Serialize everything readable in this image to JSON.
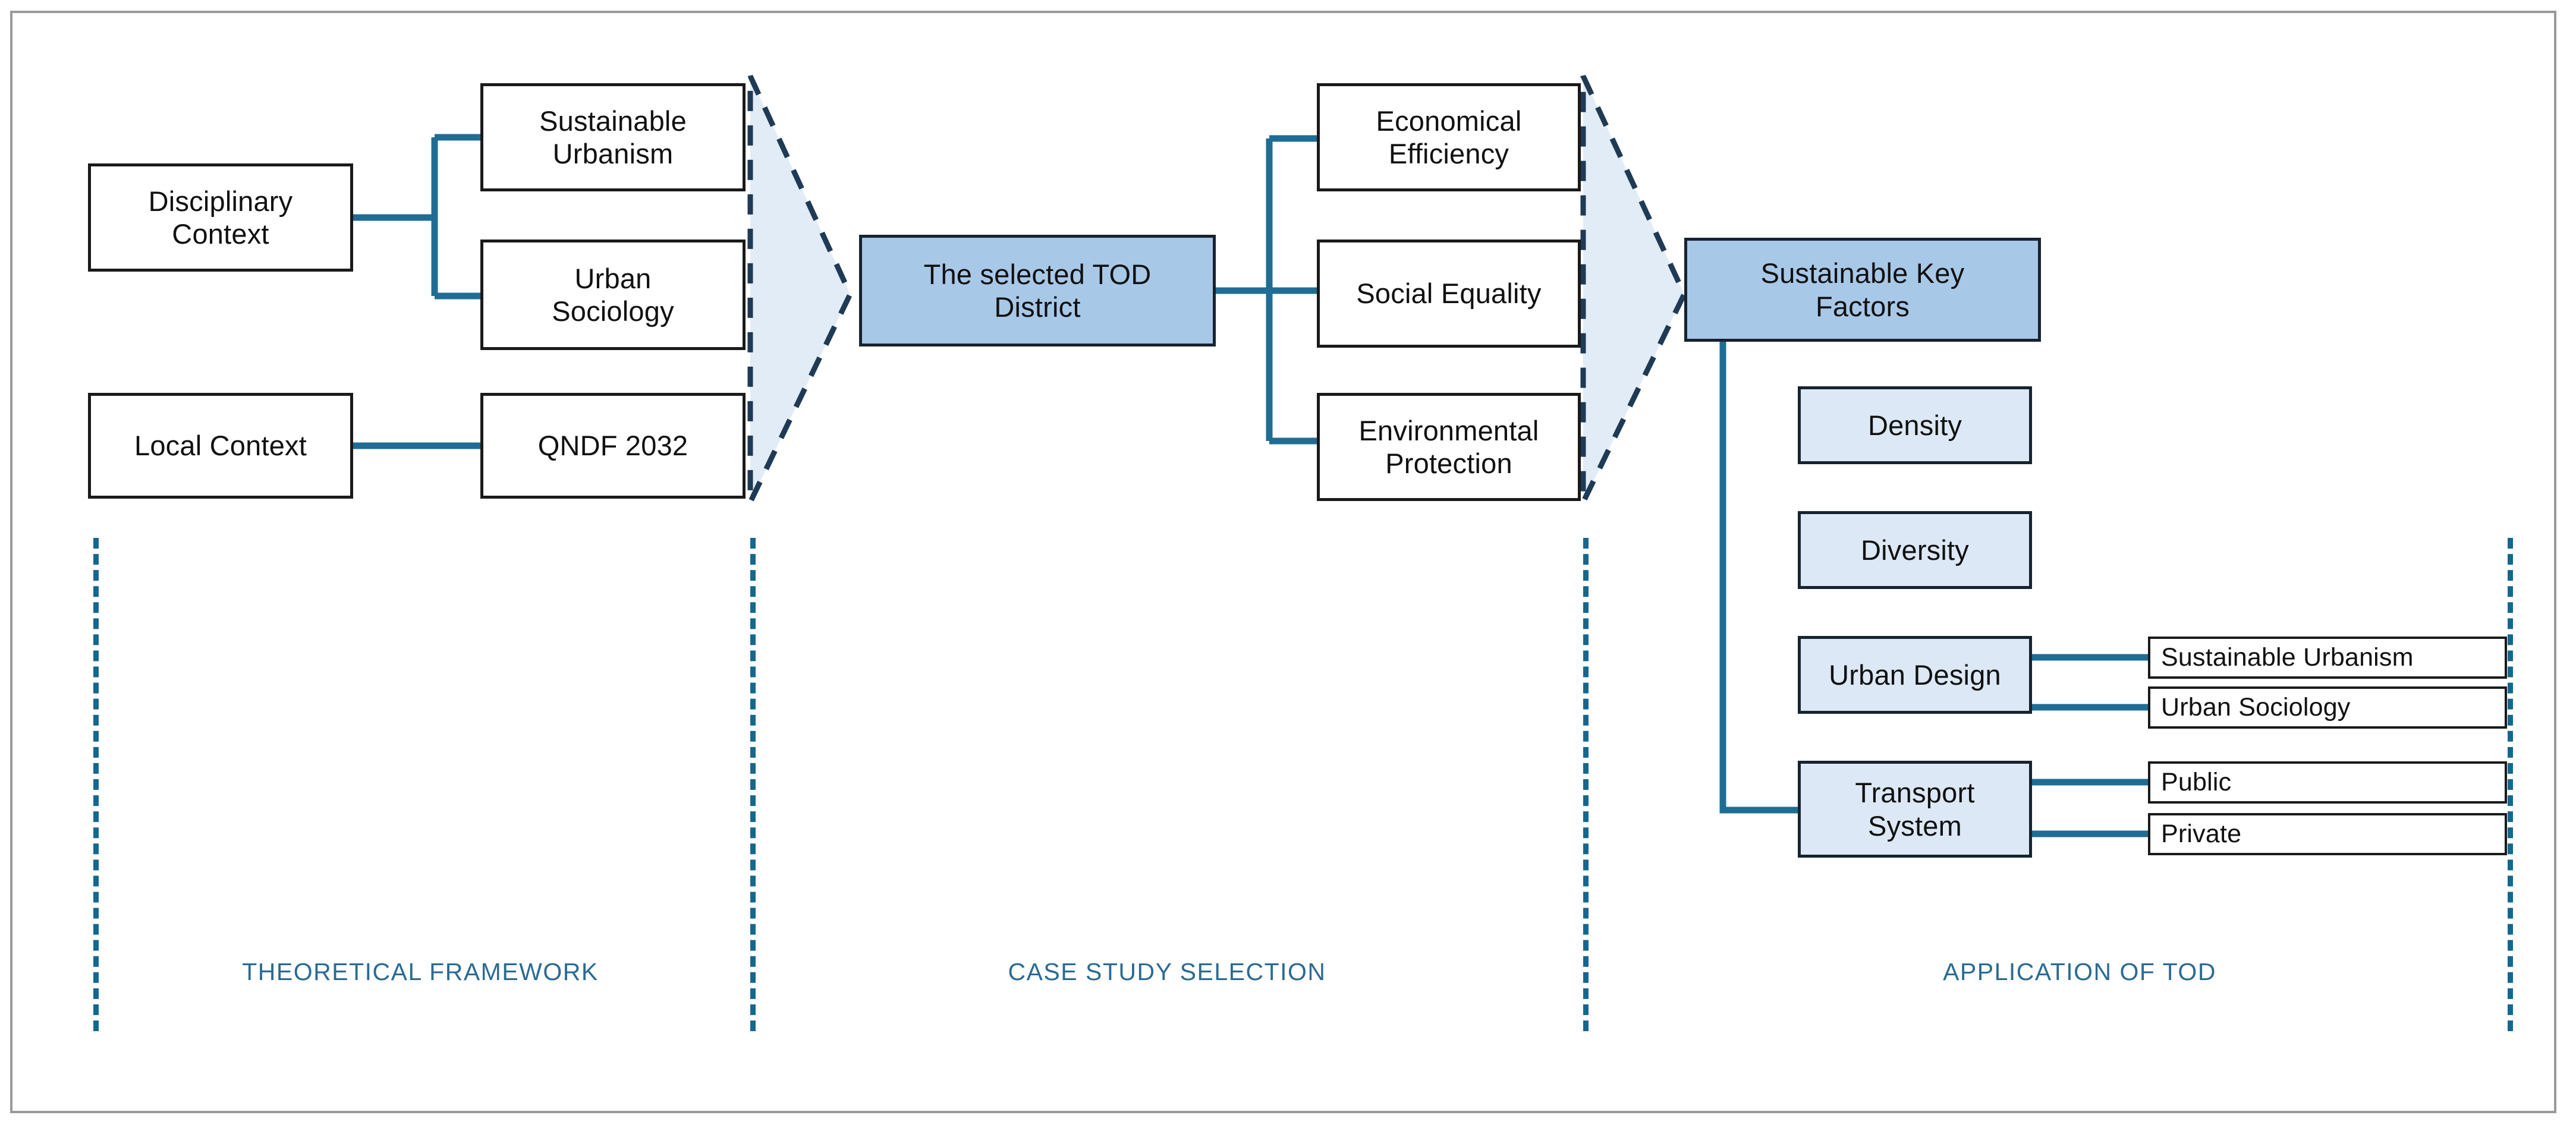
{
  "figure": {
    "title": "TOD research framework flow diagram",
    "colors": {
      "accent_blue": "#14678f",
      "connector_blue": "#1f6d94",
      "box_fill_dark": "#a8c8e8",
      "box_fill_light": "#dce8f5",
      "chevron_fill": "#e1ecf7",
      "chevron_stroke": "#1f3a54",
      "box_stroke": "#1a1a1a",
      "frame_stroke": "#9a9a9a",
      "label_text": "#2b6b92"
    }
  },
  "theoretical_framework": {
    "phase_label": "THEORETICAL FRAMEWORK",
    "contexts": [
      {
        "id": "disciplinary-context",
        "label": "Disciplinary\nContext"
      },
      {
        "id": "local-context",
        "label": "Local Context"
      }
    ],
    "disciplines": [
      {
        "id": "sustainable-urbanism",
        "label": "Sustainable\nUrbanism"
      },
      {
        "id": "urban-sociology",
        "label": "Urban\nSociology"
      }
    ],
    "local_items": [
      {
        "id": "qndf-2032",
        "label": "QNDF 2032"
      }
    ]
  },
  "case_study_selection": {
    "phase_label": "CASE STUDY SELECTION",
    "selected": {
      "id": "selected-tod-district",
      "label": "The selected TOD\nDistrict"
    },
    "criteria": [
      {
        "id": "economical-efficiency",
        "label": "Economical\nEfficiency"
      },
      {
        "id": "social-equality",
        "label": "Social Equality"
      },
      {
        "id": "environmental-protection",
        "label": "Environmental\nProtection"
      }
    ]
  },
  "application_of_tod": {
    "phase_label": "APPLICATION OF TOD",
    "root": {
      "id": "sustainable-key-factors",
      "label": "Sustainable Key\nFactors"
    },
    "factors": [
      {
        "id": "density",
        "label": "Density",
        "children": []
      },
      {
        "id": "diversity",
        "label": "Diversity",
        "children": []
      },
      {
        "id": "urban-design",
        "label": "Urban Design",
        "children": [
          {
            "id": "sustainable-urbanism-leaf",
            "label": "Sustainable Urbanism"
          },
          {
            "id": "urban-sociology-leaf",
            "label": "Urban Sociology"
          }
        ]
      },
      {
        "id": "transport-system",
        "label": "Transport\nSystem",
        "children": [
          {
            "id": "public-leaf",
            "label": "Public"
          },
          {
            "id": "private-leaf",
            "label": "Private"
          }
        ]
      }
    ]
  },
  "chart_data": {
    "type": "table",
    "title": "TOD research framework flow diagram",
    "nodes": [
      {
        "phase": "THEORETICAL FRAMEWORK",
        "level": 1,
        "label": "Disciplinary Context"
      },
      {
        "phase": "THEORETICAL FRAMEWORK",
        "level": 1,
        "label": "Local Context"
      },
      {
        "phase": "THEORETICAL FRAMEWORK",
        "level": 2,
        "label": "Sustainable Urbanism"
      },
      {
        "phase": "THEORETICAL FRAMEWORK",
        "level": 2,
        "label": "Urban Sociology"
      },
      {
        "phase": "THEORETICAL FRAMEWORK",
        "level": 2,
        "label": "QNDF 2032"
      },
      {
        "phase": "CASE STUDY SELECTION",
        "level": 1,
        "label": "The selected TOD District"
      },
      {
        "phase": "CASE STUDY SELECTION",
        "level": 2,
        "label": "Economical Efficiency"
      },
      {
        "phase": "CASE STUDY SELECTION",
        "level": 2,
        "label": "Social Equality"
      },
      {
        "phase": "CASE STUDY SELECTION",
        "level": 2,
        "label": "Environmental Protection"
      },
      {
        "phase": "APPLICATION OF TOD",
        "level": 1,
        "label": "Sustainable Key Factors"
      },
      {
        "phase": "APPLICATION OF TOD",
        "level": 2,
        "label": "Density"
      },
      {
        "phase": "APPLICATION OF TOD",
        "level": 2,
        "label": "Diversity"
      },
      {
        "phase": "APPLICATION OF TOD",
        "level": 2,
        "label": "Urban Design"
      },
      {
        "phase": "APPLICATION OF TOD",
        "level": 2,
        "label": "Transport System"
      },
      {
        "phase": "APPLICATION OF TOD",
        "level": 3,
        "label": "Sustainable Urbanism"
      },
      {
        "phase": "APPLICATION OF TOD",
        "level": 3,
        "label": "Urban Sociology"
      },
      {
        "phase": "APPLICATION OF TOD",
        "level": 3,
        "label": "Public"
      },
      {
        "phase": "APPLICATION OF TOD",
        "level": 3,
        "label": "Private"
      }
    ],
    "edges": [
      [
        "Disciplinary Context",
        "Sustainable Urbanism"
      ],
      [
        "Disciplinary Context",
        "Urban Sociology"
      ],
      [
        "Local Context",
        "QNDF 2032"
      ],
      [
        "The selected TOD District",
        "Economical Efficiency"
      ],
      [
        "The selected TOD District",
        "Social Equality"
      ],
      [
        "The selected TOD District",
        "Environmental Protection"
      ],
      [
        "Sustainable Key Factors",
        "Transport System"
      ],
      [
        "Urban Design",
        "Sustainable Urbanism"
      ],
      [
        "Urban Design",
        "Urban Sociology"
      ],
      [
        "Transport System",
        "Public"
      ],
      [
        "Transport System",
        "Private"
      ]
    ]
  }
}
